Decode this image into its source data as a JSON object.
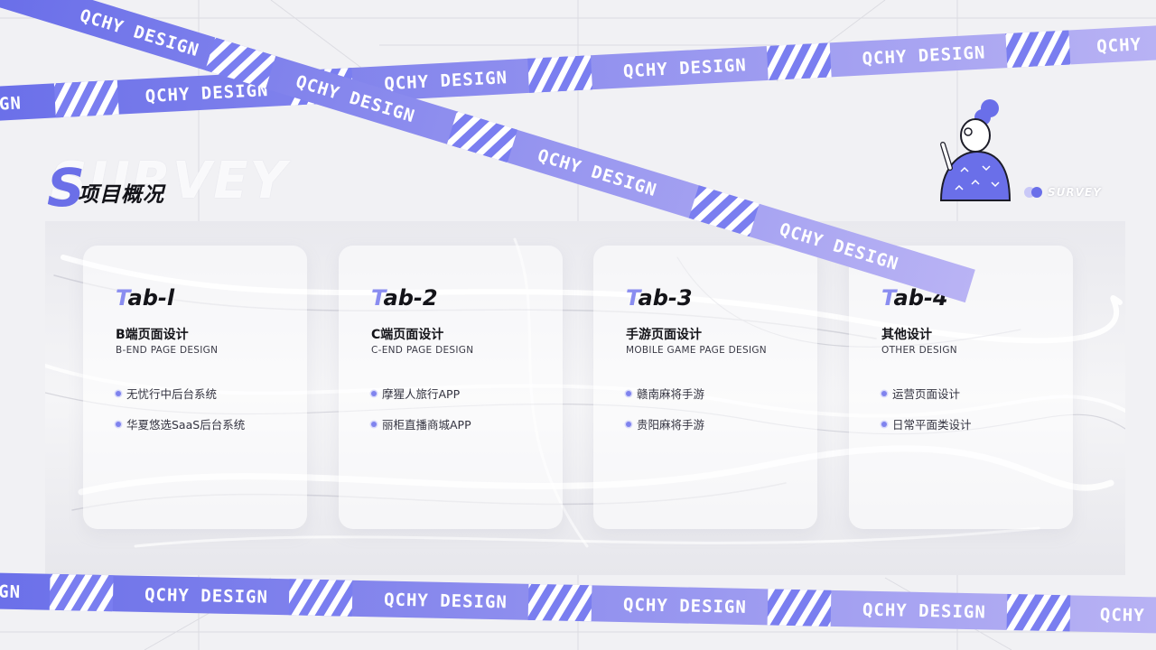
{
  "header": {
    "ghost_word": "SURVEY",
    "ghost_initial": "S",
    "title": "项目概况",
    "survey_tag": "SURVEY"
  },
  "tape": {
    "label": "QCHY DESIGN",
    "fragment_left": "GN",
    "fragment_right": "QCHY"
  },
  "colors": {
    "accent": "#6a6fe9",
    "accent_light": "#b9b3f4",
    "text": "#141419"
  },
  "cards": [
    {
      "tab_first": "T",
      "tab_rest": "ab-l",
      "title_cn": "B端页面设计",
      "title_en": "B-END PAGE DESIGN",
      "items": [
        "无忧行中后台系统",
        "华夏悠选SaaS后台系统"
      ]
    },
    {
      "tab_first": "T",
      "tab_rest": "ab-2",
      "title_cn": "C端页面设计",
      "title_en": "C-END PAGE DESIGN",
      "items": [
        "摩猩人旅行APP",
        "丽柜直播商城APP"
      ]
    },
    {
      "tab_first": "T",
      "tab_rest": "ab-3",
      "title_cn": "手游页面设计",
      "title_en": "MOBILE GAME PAGE DESIGN",
      "items": [
        "赣南麻将手游",
        "贵阳麻将手游"
      ]
    },
    {
      "tab_first": "T",
      "tab_rest": "ab-4",
      "title_cn": "其他设计",
      "title_en": "OTHER DESIGN",
      "items": [
        "运营页面设计",
        "日常平面类设计"
      ]
    }
  ]
}
